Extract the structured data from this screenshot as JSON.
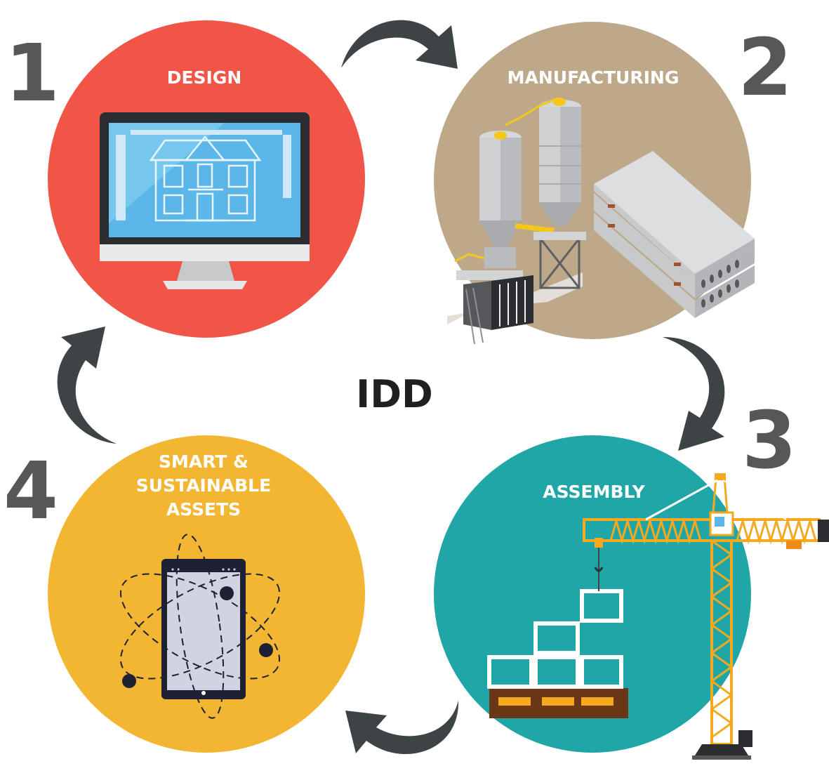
{
  "center_title": "IDD",
  "stages": [
    {
      "number": "1",
      "title": "DESIGN",
      "color": "#f05548",
      "icon": "computer-monitor-house-blueprint"
    },
    {
      "number": "2",
      "title": "MANUFACTURING",
      "color": "#bea88a",
      "icon": "concrete-factory-silos-slabs"
    },
    {
      "number": "3",
      "title": "ASSEMBLY",
      "color": "#21a6a7",
      "icon": "tower-crane-modules"
    },
    {
      "number": "4",
      "title_lines": [
        "SMART &",
        "SUSTAINABLE",
        "ASSETS"
      ],
      "color": "#f2b632",
      "icon": "tablet-atom-orbit"
    }
  ],
  "colors": {
    "arrow": "#3e4446",
    "number": "#555759",
    "center_title": "#1f1f1f",
    "stage_title": "#ffffff"
  }
}
